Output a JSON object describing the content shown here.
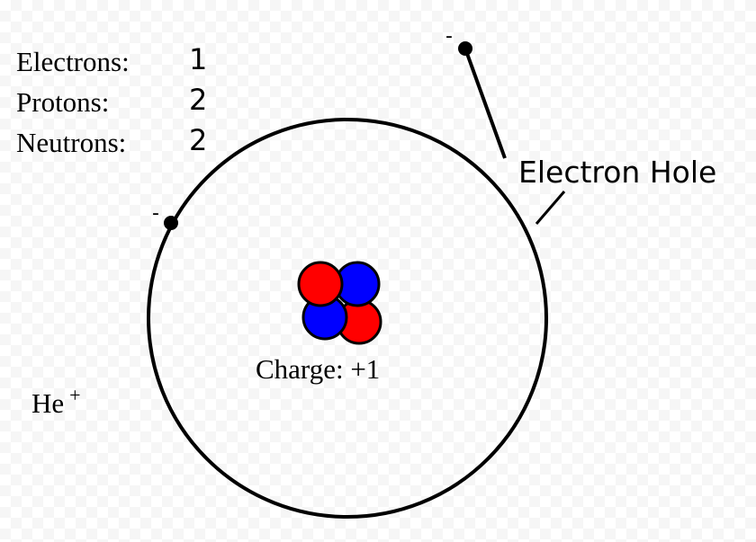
{
  "counts": {
    "electrons": {
      "label": "Electrons:",
      "value": "1"
    },
    "protons": {
      "label": "Protons:",
      "value": "2"
    },
    "neutrons": {
      "label": "Neutrons:",
      "value": "2"
    }
  },
  "charge_label": "Charge: +1",
  "ion": {
    "symbol": "He",
    "sign": "+"
  },
  "hole_label": "Electron Hole",
  "electron_sign": "-",
  "colors": {
    "proton": "#ff0000",
    "neutron": "#0000ff",
    "line": "#000000",
    "background": "#ffffff"
  }
}
